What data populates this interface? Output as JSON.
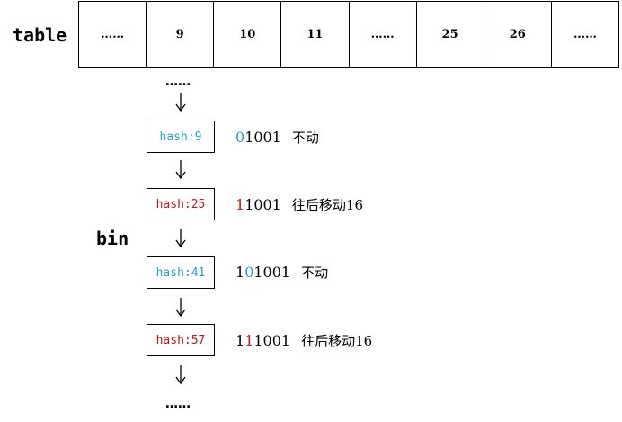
{
  "labels": {
    "table": "table",
    "bin": "bin"
  },
  "table": {
    "cells": [
      "……",
      "9",
      "10",
      "11",
      "……",
      "25",
      "26",
      "……"
    ]
  },
  "chain": {
    "top_dots": "……",
    "bottom_dots": "……",
    "nodes": [
      {
        "hash": "hash:9",
        "state": "stay",
        "prefix_plain": "",
        "prefix_colored": "0",
        "rest": "1001",
        "action": "不动"
      },
      {
        "hash": "hash:25",
        "state": "move",
        "prefix_plain": "",
        "prefix_colored": "1",
        "rest": "1001",
        "action": "往后移动16"
      },
      {
        "hash": "hash:41",
        "state": "stay",
        "prefix_plain": "1",
        "prefix_colored": "0",
        "rest": "1001",
        "action": "不动"
      },
      {
        "hash": "hash:57",
        "state": "move",
        "prefix_plain": "1",
        "prefix_colored": "1",
        "rest": "1001",
        "action": "往后移动16"
      }
    ]
  },
  "colors": {
    "stay": "#1fa3c4",
    "move": "#c0161b"
  }
}
